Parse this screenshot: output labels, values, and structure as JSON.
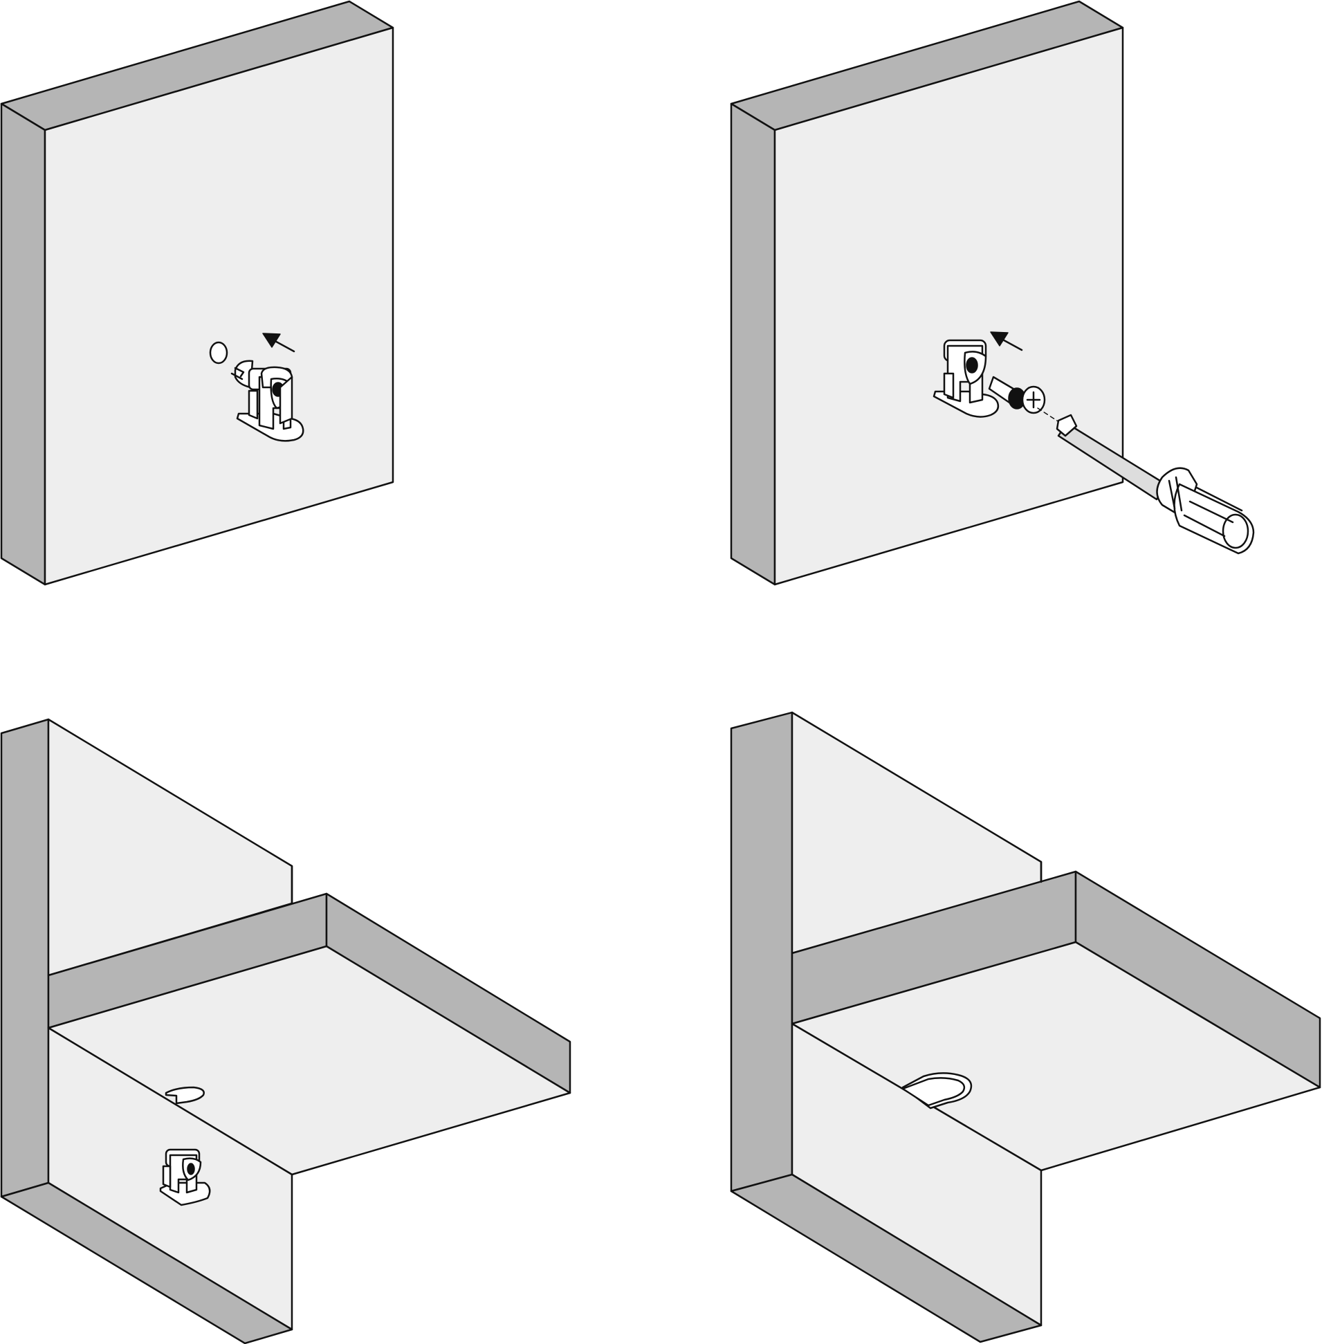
{
  "colors": {
    "panel_face": "#eeeeee",
    "panel_edge": "#b5b5b5",
    "outline": "#111111",
    "hardware": "#ffffff",
    "tool_shaft": "#dddddd"
  },
  "steps": [
    {
      "id": "step-1",
      "hardware": [
        "shelf-support-clip",
        "screw-hole",
        "direction-arrow"
      ]
    },
    {
      "id": "step-2",
      "hardware": [
        "shelf-support-clip",
        "screw",
        "direction-arrow",
        "screwdriver"
      ]
    },
    {
      "id": "step-3",
      "hardware": [
        "shelf-support-clip",
        "shelf-notch",
        "shelf"
      ]
    },
    {
      "id": "step-4",
      "hardware": [
        "shelf-resting-on-support",
        "shelf"
      ]
    }
  ]
}
